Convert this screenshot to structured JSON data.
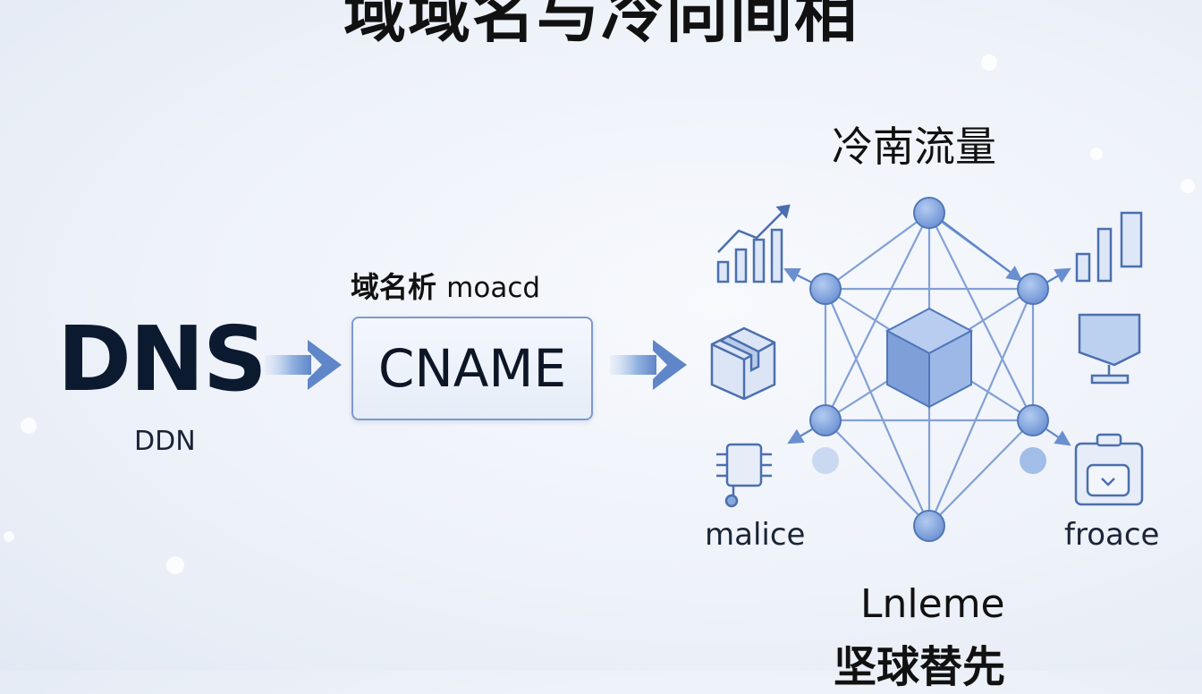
{
  "title": "域域名与冷向间相",
  "source": {
    "label": "DNS",
    "sublabel": "DDN"
  },
  "resolver": {
    "label_cjk": "域名析",
    "label_latin": "moacd",
    "box_text": "CNAME"
  },
  "network": {
    "title": "冷南流量",
    "label_left": "malice",
    "label_right": "froace",
    "footer_latin": "Lnleme",
    "footer_cjk": "坚球替先"
  },
  "icons": [
    "bar-chart-up-icon",
    "bar-chart-icon",
    "package-box-icon",
    "monitor-icon",
    "chip-icon",
    "bag-icon",
    "cube-icon"
  ],
  "colors": {
    "accent": "#5b82c6",
    "node_fill": "#88a9dd",
    "line": "#6a8fcf",
    "text": "#0f1b2d"
  }
}
